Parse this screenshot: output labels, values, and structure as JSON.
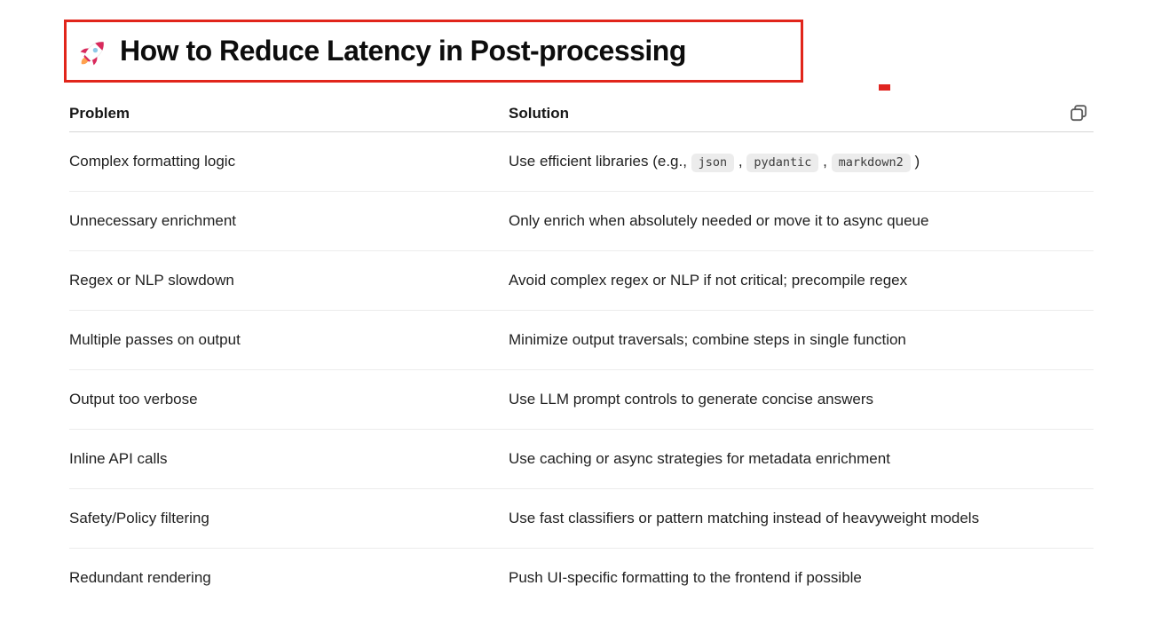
{
  "title": {
    "emoji_name": "rocket-emoji",
    "text": "How to Reduce Latency in Post-processing"
  },
  "annotations": {
    "title_border_color": "#e1251b",
    "dash_color": "#e02520"
  },
  "toolbar": {
    "copy_icon": "copy"
  },
  "table": {
    "columns": {
      "problem": "Problem",
      "solution": "Solution"
    },
    "rows": [
      {
        "problem": "Complex formatting logic",
        "solution": [
          {
            "type": "text",
            "value": "Use efficient libraries (e.g., "
          },
          {
            "type": "code",
            "value": "json"
          },
          {
            "type": "text",
            "value": " , "
          },
          {
            "type": "code",
            "value": "pydantic"
          },
          {
            "type": "text",
            "value": " , "
          },
          {
            "type": "code",
            "value": "markdown2"
          },
          {
            "type": "text",
            "value": " )"
          }
        ]
      },
      {
        "problem": "Unnecessary enrichment",
        "solution": [
          {
            "type": "text",
            "value": "Only enrich when absolutely needed or move it to async queue"
          }
        ]
      },
      {
        "problem": "Regex or NLP slowdown",
        "solution": [
          {
            "type": "text",
            "value": "Avoid complex regex or NLP if not critical; precompile regex"
          }
        ]
      },
      {
        "problem": "Multiple passes on output",
        "solution": [
          {
            "type": "text",
            "value": "Minimize output traversals; combine steps in single function"
          }
        ]
      },
      {
        "problem": "Output too verbose",
        "solution": [
          {
            "type": "text",
            "value": "Use LLM prompt controls to generate concise answers"
          }
        ]
      },
      {
        "problem": "Inline API calls",
        "solution": [
          {
            "type": "text",
            "value": "Use caching or async strategies for metadata enrichment"
          }
        ]
      },
      {
        "problem": "Safety/Policy filtering",
        "solution": [
          {
            "type": "text",
            "value": "Use fast classifiers or pattern matching instead of heavyweight models"
          }
        ]
      },
      {
        "problem": "Redundant rendering",
        "solution": [
          {
            "type": "text",
            "value": "Push UI-specific formatting to the frontend if possible"
          }
        ]
      }
    ]
  }
}
